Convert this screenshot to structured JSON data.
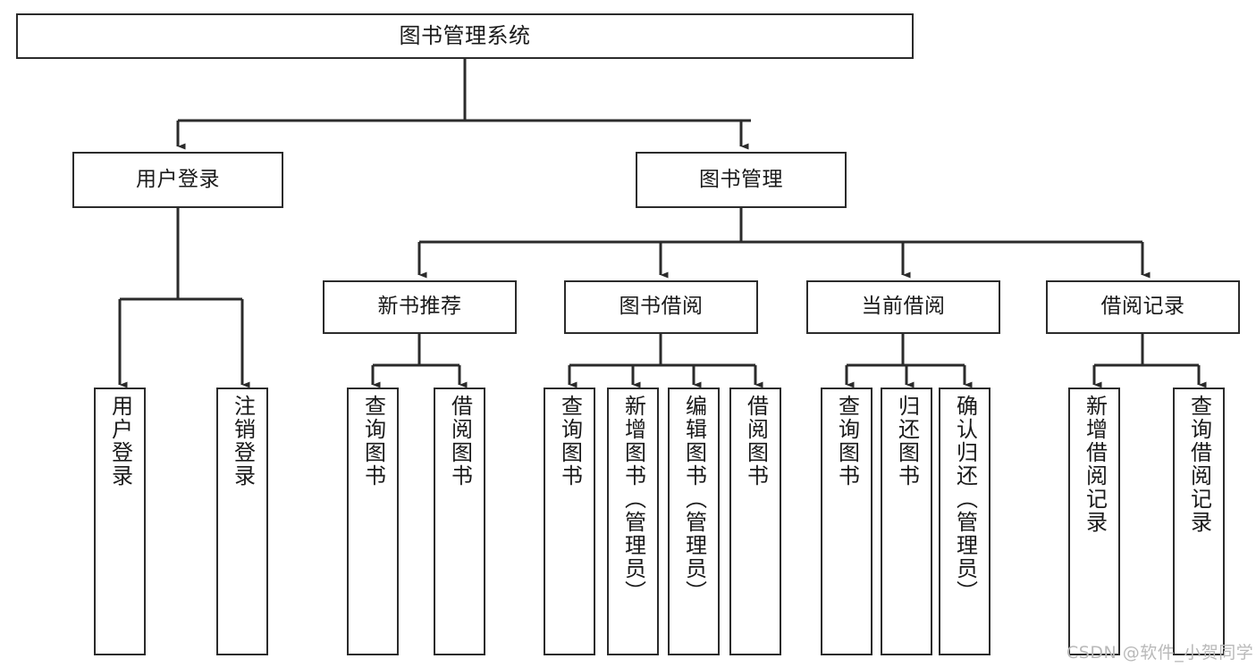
{
  "diagram": {
    "type": "tree",
    "title": "图书管理系统",
    "watermark": "CSDN @软件_小贺同学",
    "colors": {
      "stroke": "#2b2b2b",
      "fill": "#ffffff",
      "text": "#1a1a1a",
      "watermark": "#b9b9b9"
    },
    "nodes": {
      "root": {
        "label": "图书管理系统"
      },
      "level2": [
        {
          "label": "用户登录"
        },
        {
          "label": "图书管理"
        }
      ],
      "level3": [
        {
          "label": "新书推荐"
        },
        {
          "label": "图书借阅"
        },
        {
          "label": "当前借阅"
        },
        {
          "label": "借阅记录"
        }
      ],
      "leaves": {
        "user_login": [
          {
            "label": "用户登录"
          },
          {
            "label": "注销登录"
          }
        ],
        "new_book": [
          {
            "label": "查询图书"
          },
          {
            "label": "借阅图书"
          }
        ],
        "book_borrow": [
          {
            "label": "查询图书"
          },
          {
            "label": "新增图书（管理员）"
          },
          {
            "label": "编辑图书（管理员）"
          },
          {
            "label": "借阅图书"
          }
        ],
        "current_borrow": [
          {
            "label": "查询图书"
          },
          {
            "label": "归还图书"
          },
          {
            "label": "确认归还（管理员）"
          }
        ],
        "borrow_record": [
          {
            "label": "新增借阅记录"
          },
          {
            "label": "查询借阅记录"
          }
        ]
      }
    }
  }
}
